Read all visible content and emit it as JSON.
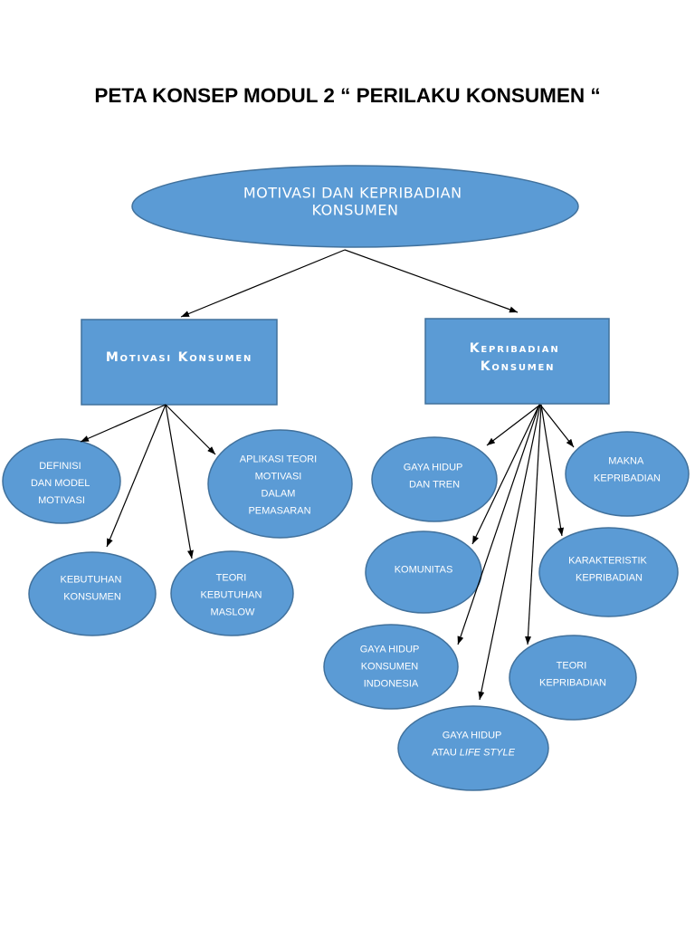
{
  "title": "PETA KONSEP MODUL 2 “ PERILAKU KONSUMEN “",
  "root_node": {
    "lines": [
      "MOTIVASI DAN KEPRIBADIAN",
      "KONSUMEN"
    ]
  },
  "branches": [
    {
      "lines": [
        "Motivasi Konsumen"
      ],
      "children": [
        {
          "lines": [
            "DEFINISI",
            "DAN MODEL",
            "MOTIVASI"
          ]
        },
        {
          "lines": [
            "APLIKASI TEORI",
            "MOTIVASI",
            "DALAM",
            "PEMASARAN"
          ]
        },
        {
          "lines": [
            "KEBUTUHAN",
            "KONSUMEN"
          ]
        },
        {
          "lines": [
            "TEORI",
            "KEBUTUHAN",
            "MASLOW"
          ]
        }
      ]
    },
    {
      "lines": [
        "Kepribadian",
        "Konsumen"
      ],
      "children": [
        {
          "lines": [
            "GAYA HIDUP",
            "DAN TREN"
          ]
        },
        {
          "lines": [
            "MAKNA",
            "KEPRIBADIAN"
          ]
        },
        {
          "lines": [
            "KOMUNITAS"
          ]
        },
        {
          "lines": [
            "KARAKTERISTIK",
            "KEPRIBADIAN"
          ]
        },
        {
          "lines": [
            "GAYA HIDUP",
            "KONSUMEN",
            "INDONESIA"
          ]
        },
        {
          "lines": [
            "TEORI",
            "KEPRIBADIAN"
          ]
        },
        {
          "lines": [
            "GAYA HIDUP",
            "ATAU"
          ],
          "italic_text": "LIFE STYLE"
        }
      ]
    }
  ],
  "colors": {
    "background": "#FFFFFF",
    "title_text": "#000000",
    "node_fill": "#5B9BD5",
    "node_border": "#41719C",
    "node_text": "#FFFFFF",
    "arrow": "#000000"
  }
}
